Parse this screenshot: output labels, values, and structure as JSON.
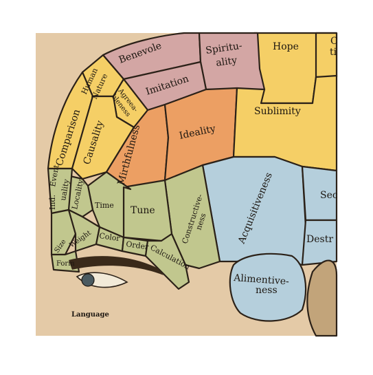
{
  "colors": {
    "background": "#ffffff",
    "skin": "#e4caa7",
    "yellow": "#f5cf66",
    "pink": "#d3a6a4",
    "orange": "#ec9f63",
    "olive": "#c1c78e",
    "blue": "#b5cfdc",
    "outline": "#2b2118"
  },
  "regions": {
    "benevolence": "Benevole",
    "spirituality": [
      "Spiritu-",
      "ality"
    ],
    "hope": "Hope",
    "conscientiousness": [
      "C",
      "ti"
    ],
    "imitation": "Imitation",
    "human_nature": [
      "Human",
      "Nature"
    ],
    "agreeableness": [
      "Agreea-",
      "bleness"
    ],
    "comparison": "Comparison",
    "causality": "Causality",
    "mirthfulness": "Mirthfulness",
    "ideality": "Ideality",
    "sublimity": "Sublimity",
    "eventuality": [
      "Event",
      "uality"
    ],
    "individuality": "Ind.",
    "locality": "Locality",
    "time": "Time",
    "tune": "Tune",
    "constructiveness": [
      "Constructive-",
      "ness"
    ],
    "acquisitiveness": "Acquisitiveness",
    "secretiveness": "Sec",
    "destructiveness": "Destr",
    "size": "Size",
    "weight": "Weight",
    "color": "Color",
    "order": "Order",
    "calculation": "Calculation",
    "form": "Form",
    "alimentiveness": [
      "Alimentive-",
      "ness"
    ],
    "language": "Language"
  }
}
